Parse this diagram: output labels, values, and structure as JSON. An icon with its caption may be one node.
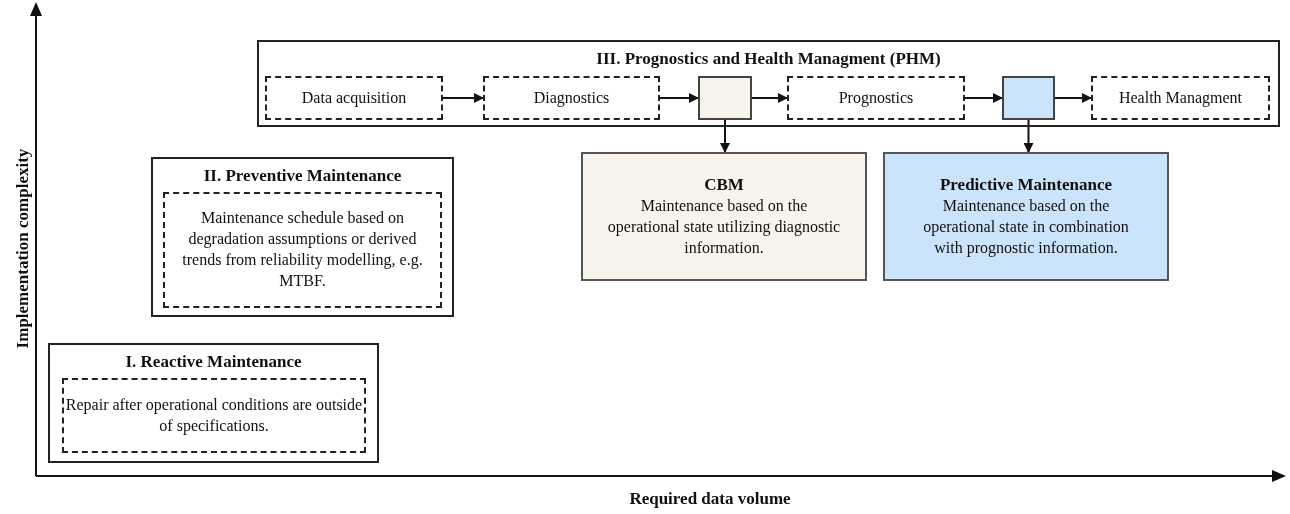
{
  "diagram": {
    "nodes": [
      {
        "text": [
          "I. Reactive Maintenance"
        ]
      },
      {
        "text": [
          "Repair after operational conditions are outside of specifications."
        ],
        "in": 0
      },
      {
        "text": [
          "II. Preventive Maintenance"
        ]
      },
      {
        "text": [
          "Maintenance schedule based on degradation assumptions or derived trends from reliability modelling, e.g. MTBF."
        ],
        "in": 2
      },
      {
        "text": [
          "III. Prognostics and Health Managment (PHM)"
        ]
      },
      {
        "text": [
          "Data acquisition"
        ],
        "in": 4
      },
      {
        "text": [
          "Diagnostics"
        ],
        "in": 4
      },
      {
        "text": [],
        "shape": "box",
        "in": 4
      },
      {
        "text": [
          "Prognostics"
        ],
        "in": 4
      },
      {
        "text": [],
        "shape": "box",
        "in": 4
      },
      {
        "text": [
          "Health Managment"
        ],
        "in": 4
      },
      {
        "text": [
          "CBM",
          "Maintenance based on the operational state utilizing diagnostic information."
        ]
      },
      {
        "text": [
          "Predictive Maintenance",
          "Maintenance based on the operational state in combination with prognostic information."
        ]
      }
    ],
    "edges": [
      {
        "from": 5,
        "to": 6,
        "arrow": "to"
      },
      {
        "from": 6,
        "to": 7,
        "arrow": "to"
      },
      {
        "from": 7,
        "to": 8,
        "arrow": "to"
      },
      {
        "from": 8,
        "to": 9,
        "arrow": "to"
      },
      {
        "from": 9,
        "to": 10,
        "arrow": "to"
      },
      {
        "from": 7,
        "to": 11,
        "arrow": "to"
      },
      {
        "from": 9,
        "to": 12,
        "arrow": "to"
      }
    ],
    "labels": [
      "Implementation complexity",
      "Required data volume"
    ]
  }
}
